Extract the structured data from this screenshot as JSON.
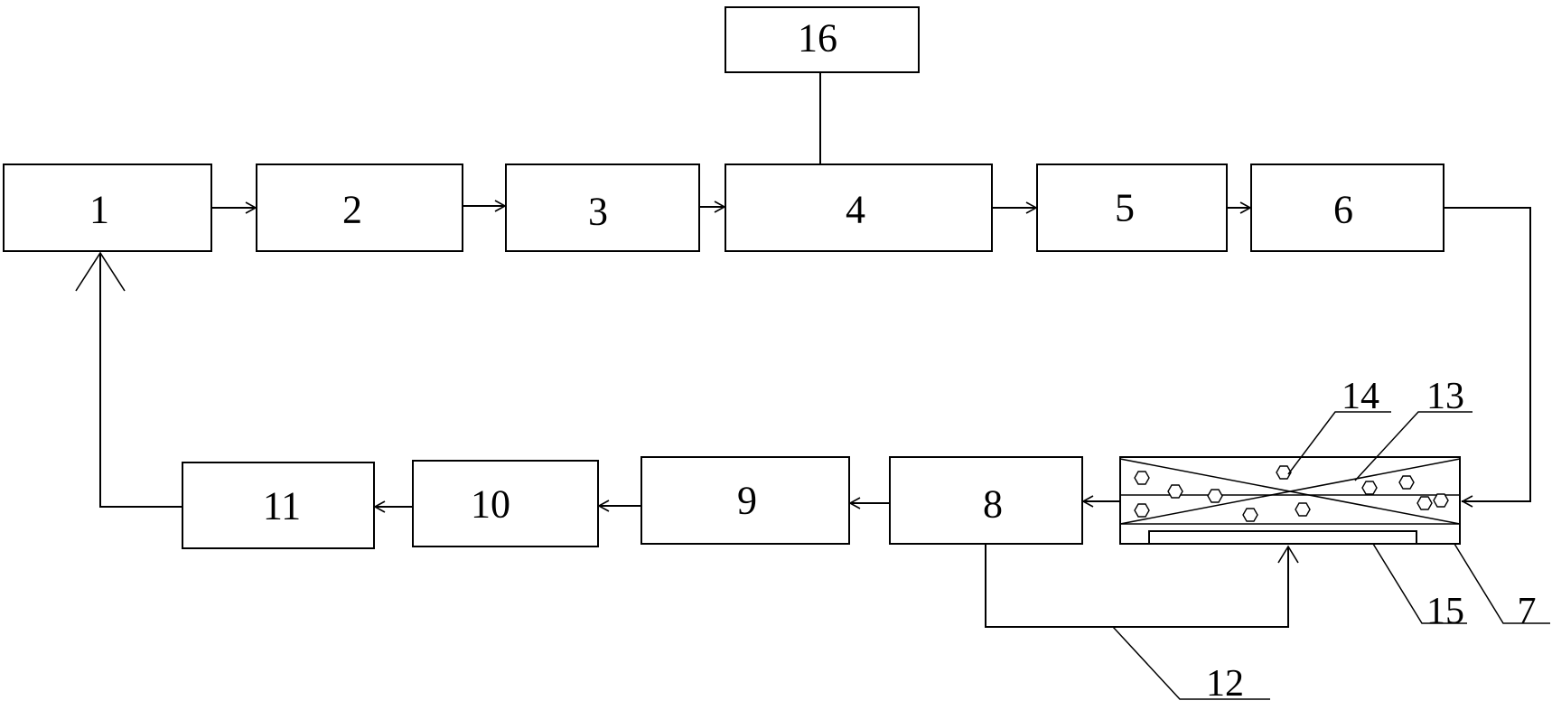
{
  "blocks": {
    "b1": "1",
    "b2": "2",
    "b3": "3",
    "b4": "4",
    "b5": "5",
    "b6": "6",
    "b8": "8",
    "b9": "9",
    "b10": "10",
    "b11": "11",
    "b16": "16"
  },
  "callouts": {
    "c7": "7",
    "c12": "12",
    "c13": "13",
    "c14": "14",
    "c15": "15"
  }
}
